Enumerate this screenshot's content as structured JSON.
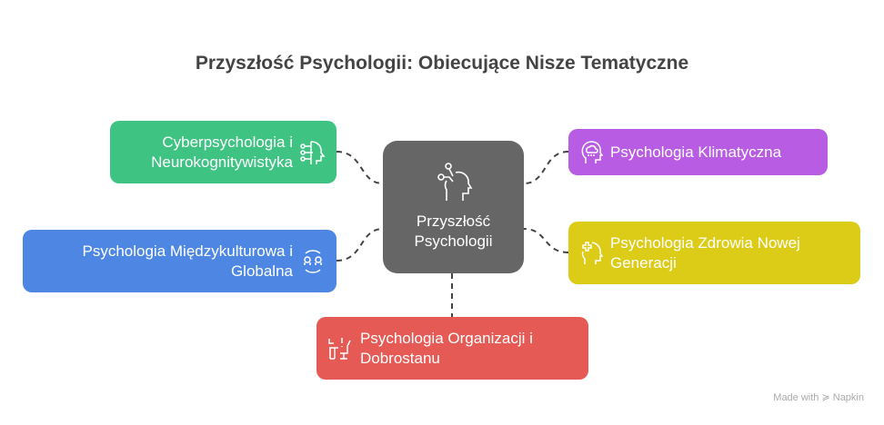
{
  "title": "Przyszłość Psychologii: Obiecujące Nisze Tematyczne",
  "center": {
    "line1": "Przyszłość",
    "line2": "Psychologii",
    "icon": "head-circuit-icon"
  },
  "nodes": [
    {
      "label": "Cyberpsychologia i Neurokognitywistyka",
      "color": "#3fc383",
      "icon": "circuit-head-icon"
    },
    {
      "label": "Psychologia Międzykulturowa i Globalna",
      "color": "#4d87e3",
      "icon": "exchange-people-icon"
    },
    {
      "label": "Psychologia Klimatyczna",
      "color": "#b85de3",
      "icon": "rain-cloud-head-icon"
    },
    {
      "label": "Psychologia Zdrowia Nowej Generacji",
      "color": "#dccc18",
      "icon": "health-head-icon"
    },
    {
      "label": "Psychologia Organizacji i Dobrostanu",
      "color": "#e55a55",
      "icon": "office-desk-icon"
    }
  ],
  "watermark": "Made with ≽ Napkin"
}
